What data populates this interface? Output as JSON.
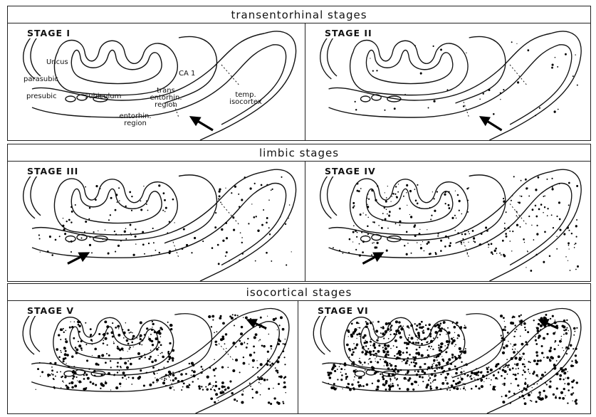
{
  "rows": [
    {
      "title": "transentorhinal stages"
    },
    {
      "title": "limbic stages"
    },
    {
      "title": "isocortical stages"
    }
  ],
  "panels": [
    {
      "label": "STAGE I",
      "density": 0
    },
    {
      "label": "STAGE II",
      "density": 1
    },
    {
      "label": "STAGE III",
      "density": 2
    },
    {
      "label": "STAGE IV",
      "density": 3
    },
    {
      "label": "STAGE V",
      "density": 4
    },
    {
      "label": "STAGE VI",
      "density": 5
    }
  ],
  "annotations": {
    "uncus": "Uncus",
    "parasubic": "parasubic",
    "presubic": "presubic",
    "subiculum": "subiculum",
    "ca1": "CA 1",
    "trans_entorhin": "trans entorhin. region",
    "entorhin": "entorhin. region",
    "temp_isocortex": "temp. isocortex"
  }
}
